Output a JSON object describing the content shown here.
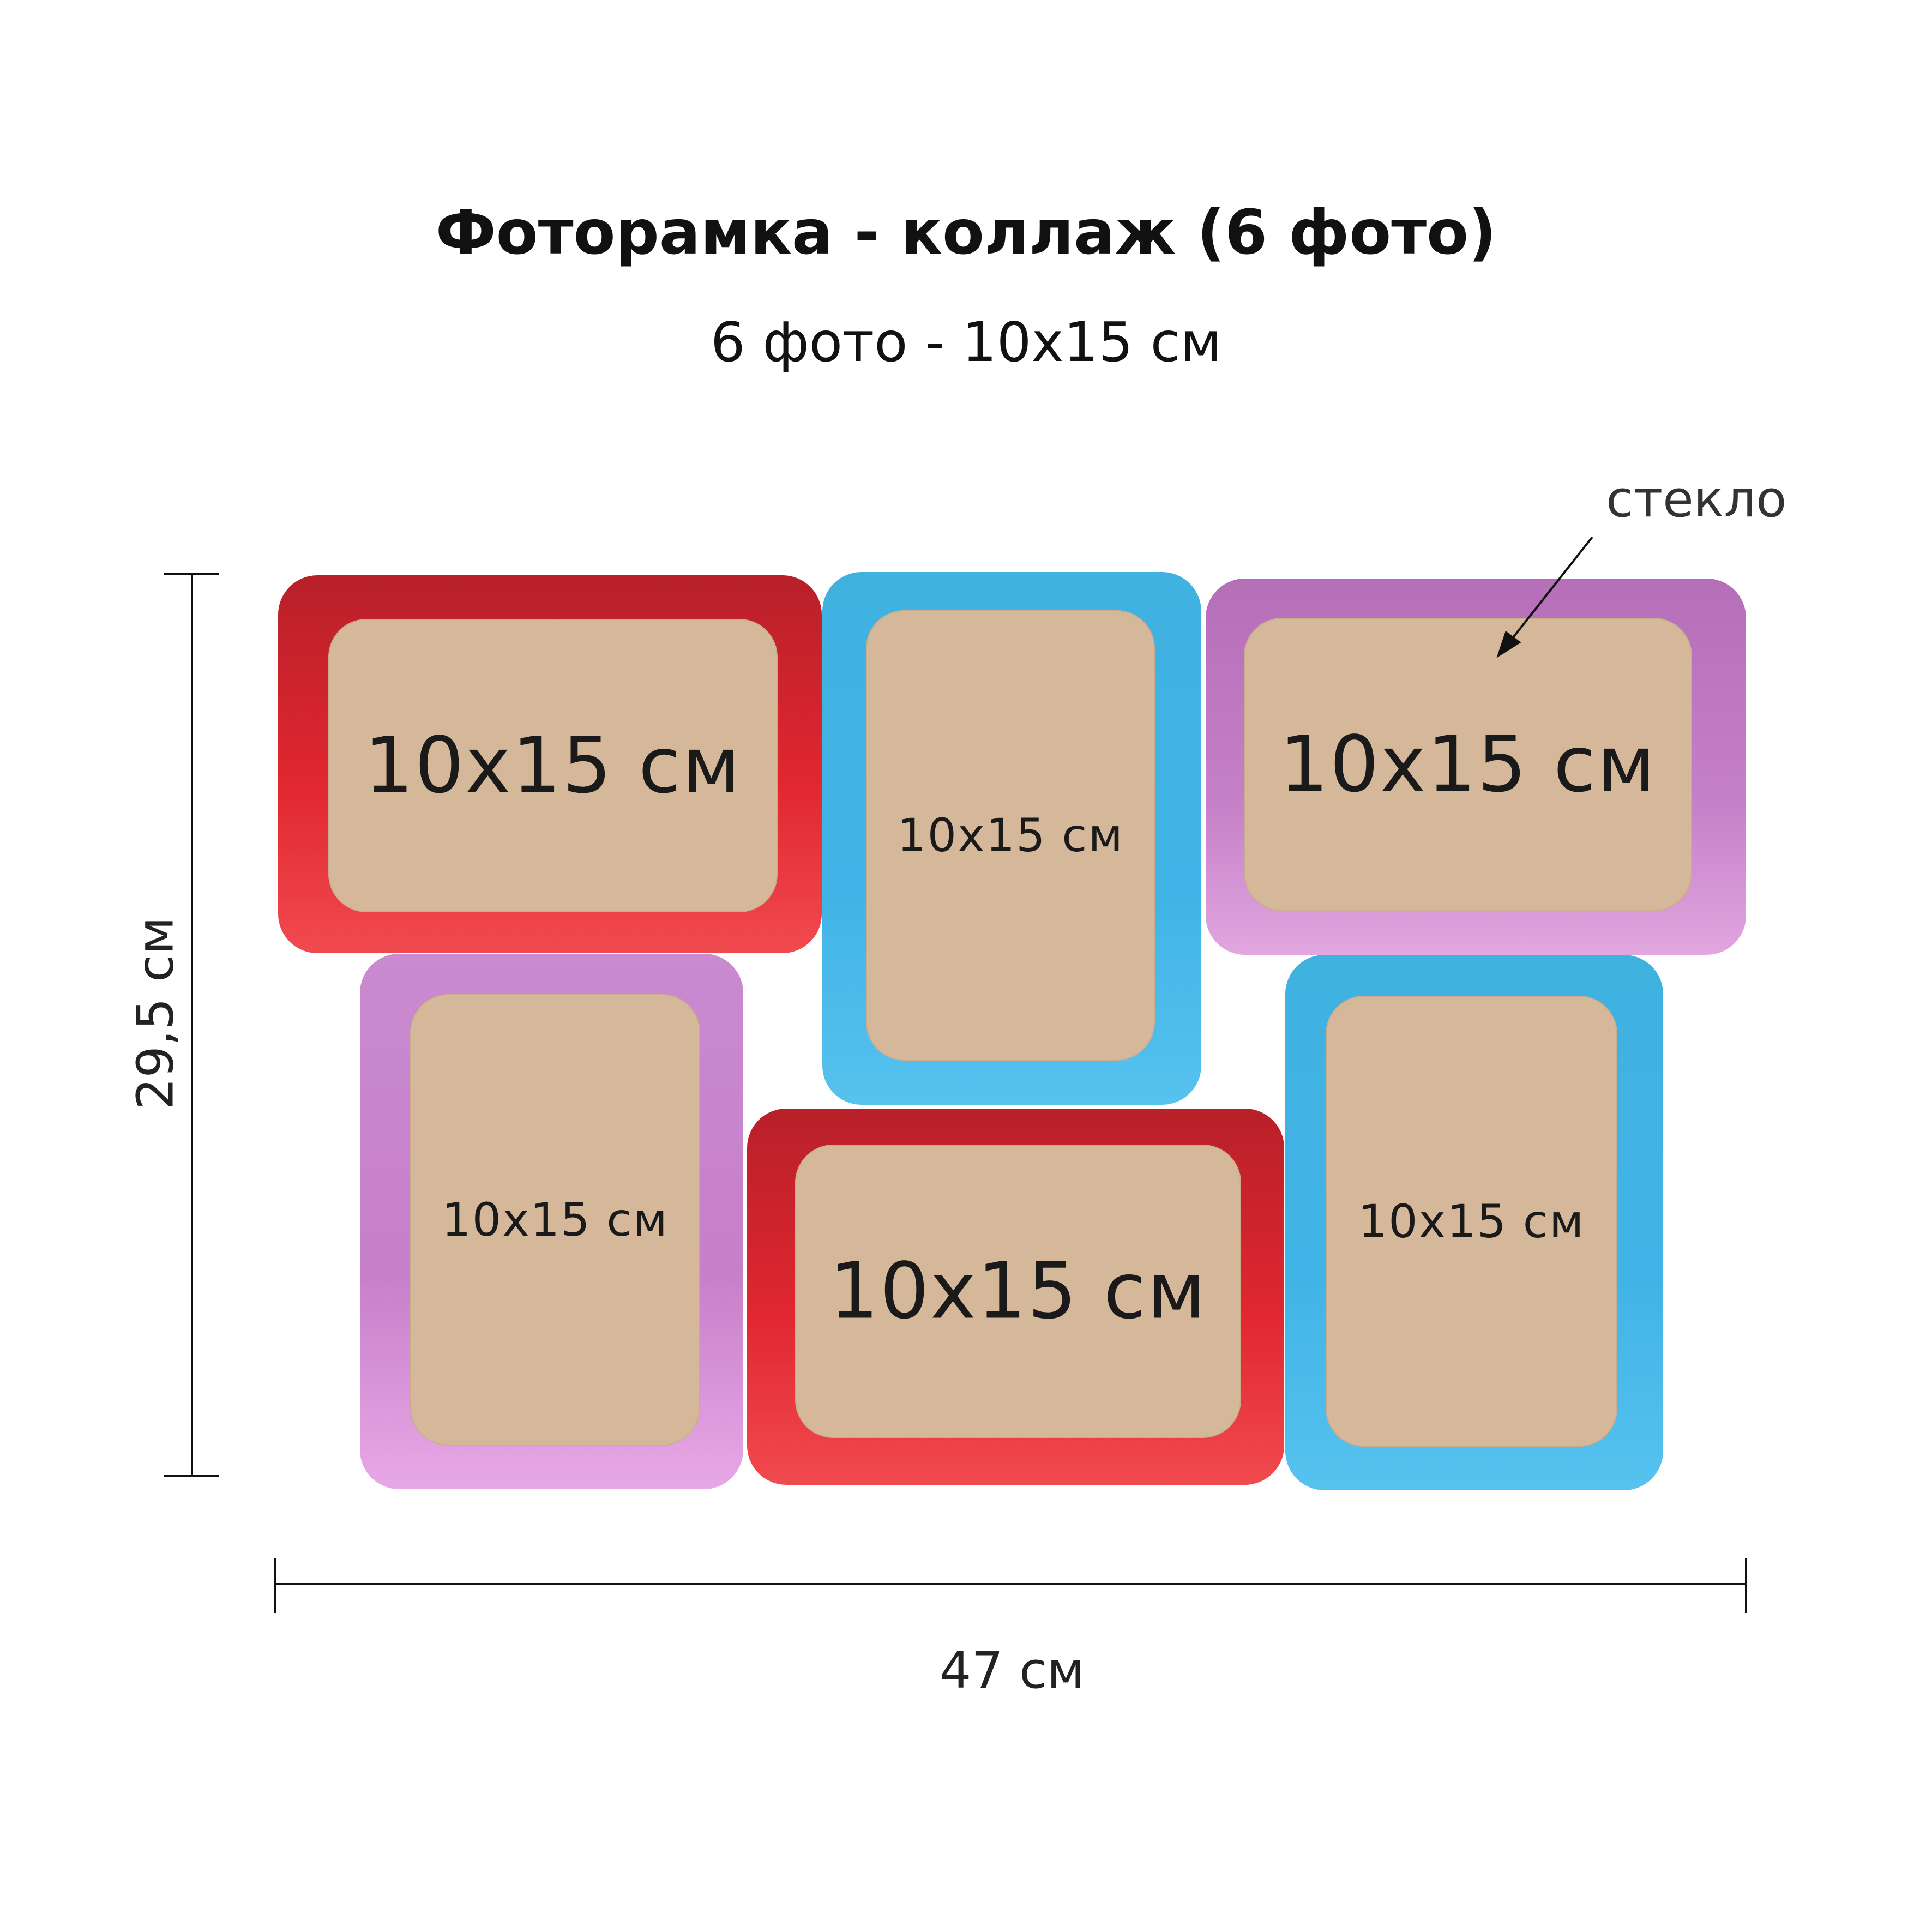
{
  "header": {
    "title": "Фоторамка - коллаж (6 фото)",
    "subtitle": "6 фото - 10х15 см"
  },
  "annotation": {
    "glass": "стекло"
  },
  "dimensions": {
    "height": "29,5 см",
    "width": "47 см"
  },
  "frames": [
    {
      "color": "red",
      "hex": "#e1272f",
      "orientation": "landscape",
      "label": "10х15 см"
    },
    {
      "color": "blue",
      "hex": "#40b4e6",
      "orientation": "portrait",
      "label": "10х15 см"
    },
    {
      "color": "purple",
      "hex": "#c580c7",
      "orientation": "landscape",
      "label": "10х15 см"
    },
    {
      "color": "purple",
      "hex": "#c580c7",
      "orientation": "portrait",
      "label": "10х15 см"
    },
    {
      "color": "red",
      "hex": "#e1272f",
      "orientation": "landscape",
      "label": "10х15 см"
    },
    {
      "color": "blue",
      "hex": "#40b4e6",
      "orientation": "portrait",
      "label": "10х15 см"
    }
  ]
}
